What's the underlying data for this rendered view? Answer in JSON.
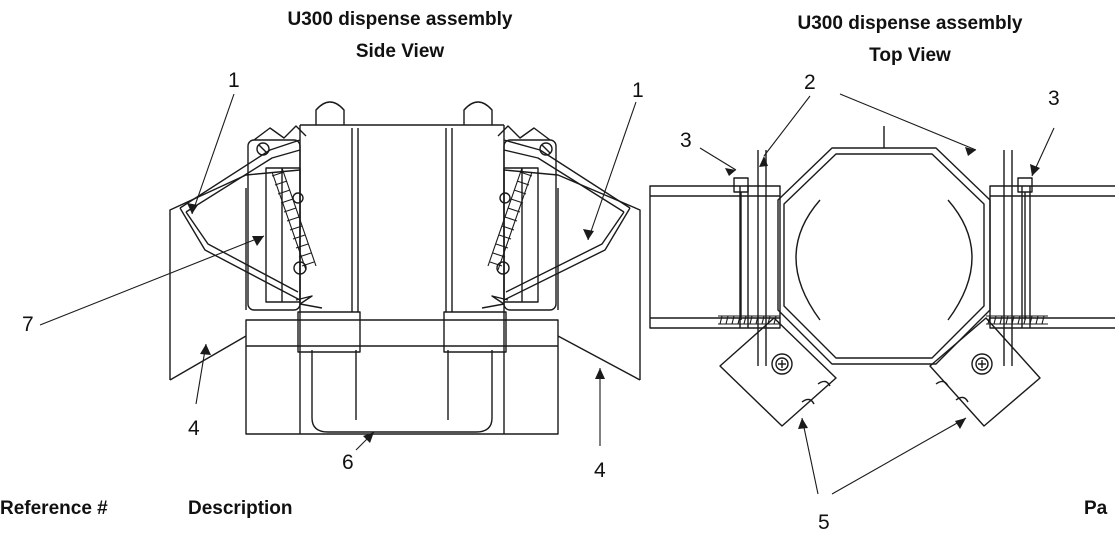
{
  "titles": {
    "side_line1": "U300 dispense assembly",
    "side_line2": "Side View",
    "top_line1": "U300 dispense assembly",
    "top_line2": "Top View"
  },
  "callouts": {
    "side_1a": "1",
    "side_1b": "1",
    "side_7": "7",
    "side_4a": "4",
    "side_4b": "4",
    "side_6": "6",
    "top_2": "2",
    "top_3a": "3",
    "top_3b": "3",
    "top_5": "5"
  },
  "table_header": {
    "reference": "Reference #",
    "description": "Description",
    "part": "Pa"
  },
  "colors": {
    "line": "#1a1a1a",
    "background": "#ffffff"
  }
}
